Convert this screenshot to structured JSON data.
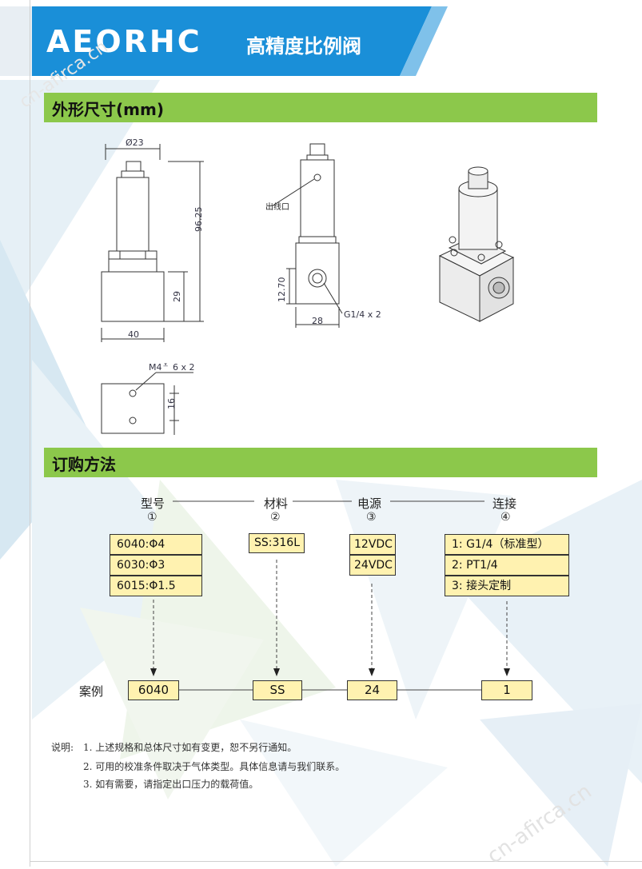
{
  "header": {
    "brand": "AEORHC",
    "product": "高精度比例阀"
  },
  "sections": {
    "dimensions": "外形尺寸(mm)",
    "ordering": "订购方法"
  },
  "drawing_labels": {
    "dia": "Ø23",
    "height_total": "96.25",
    "height_body": "29",
    "width_body": "40",
    "outlet": "出线口",
    "height_port": "12.70",
    "width_side": "28",
    "port": "G1/4 x 2",
    "mount_thread": "M4",
    "mount_depth": "6 x 2",
    "mount_spacing": "16"
  },
  "ordering": {
    "headings": [
      {
        "title": "型号",
        "num": "①"
      },
      {
        "title": "材料",
        "num": "②"
      },
      {
        "title": "电源",
        "num": "③"
      },
      {
        "title": "连接",
        "num": "④"
      }
    ],
    "model_options": [
      "6040:Φ4",
      "6030:Φ3",
      "6015:Φ1.5"
    ],
    "material_options": [
      "SS:316L"
    ],
    "power_options": [
      "12VDC",
      "24VDC"
    ],
    "connection_options": [
      "1: G1/4（标准型）",
      "2: PT1/4",
      "3: 接头定制"
    ],
    "example_label": "案例",
    "example_values": [
      "6040",
      "SS",
      "24",
      "1"
    ]
  },
  "notes": {
    "prefix": "说明:",
    "items": [
      "1. 上述规格和总体尺寸如有变更，恕不另行通知。",
      "2. 可用的校准条件取决于气体类型。具体信息请与我们联系。",
      "3. 如有需要，请指定出口压力的载荷值。"
    ]
  },
  "watermark": "cn-afirca.cn",
  "colors": {
    "header_blue": "#1a8fd8",
    "section_green": "#8cc84b",
    "box_fill": "#fff2b0"
  }
}
